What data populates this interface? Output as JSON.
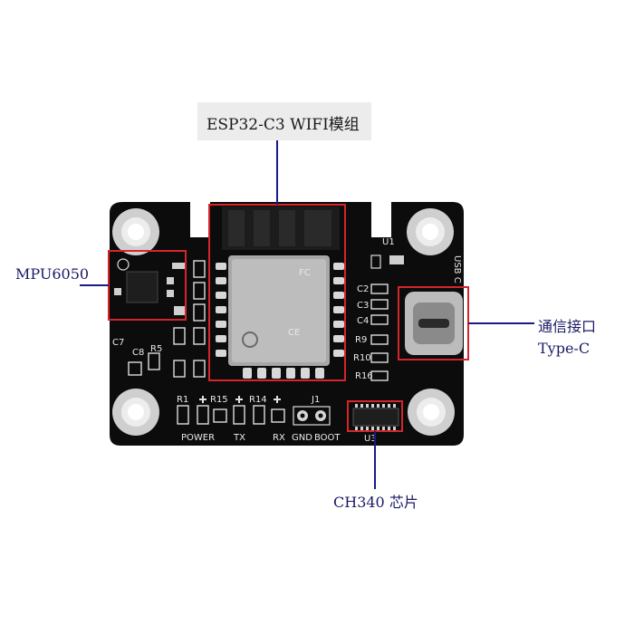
{
  "title": "ESP32-C3 WIFI模组",
  "callouts": {
    "mpu": "MPU6050",
    "usb_line1": "通信接口",
    "usb_line2": "Type-C",
    "ch340": "CH340 芯片"
  },
  "silkscreen": {
    "power": "POWER",
    "tx": "TX",
    "rx": "RX",
    "gnd": "GND",
    "boot": "BOOT",
    "u1": "U1",
    "u3": "U3",
    "j1": "J1",
    "usb_c": "USB C",
    "r1": "R1",
    "r15": "R15",
    "r14": "R14",
    "c2": "C2",
    "c3": "C3",
    "c4": "C4",
    "r9": "R9",
    "r10": "R10",
    "r16": "R16",
    "c7": "C7",
    "c8": "C8",
    "r5": "R5",
    "fc": "FC",
    "ce": "CE"
  },
  "colors": {
    "board": "#0c0c0c",
    "highlight": "#d4262a",
    "leader": "#1a1a88",
    "callout_text": "#1a1a66"
  }
}
